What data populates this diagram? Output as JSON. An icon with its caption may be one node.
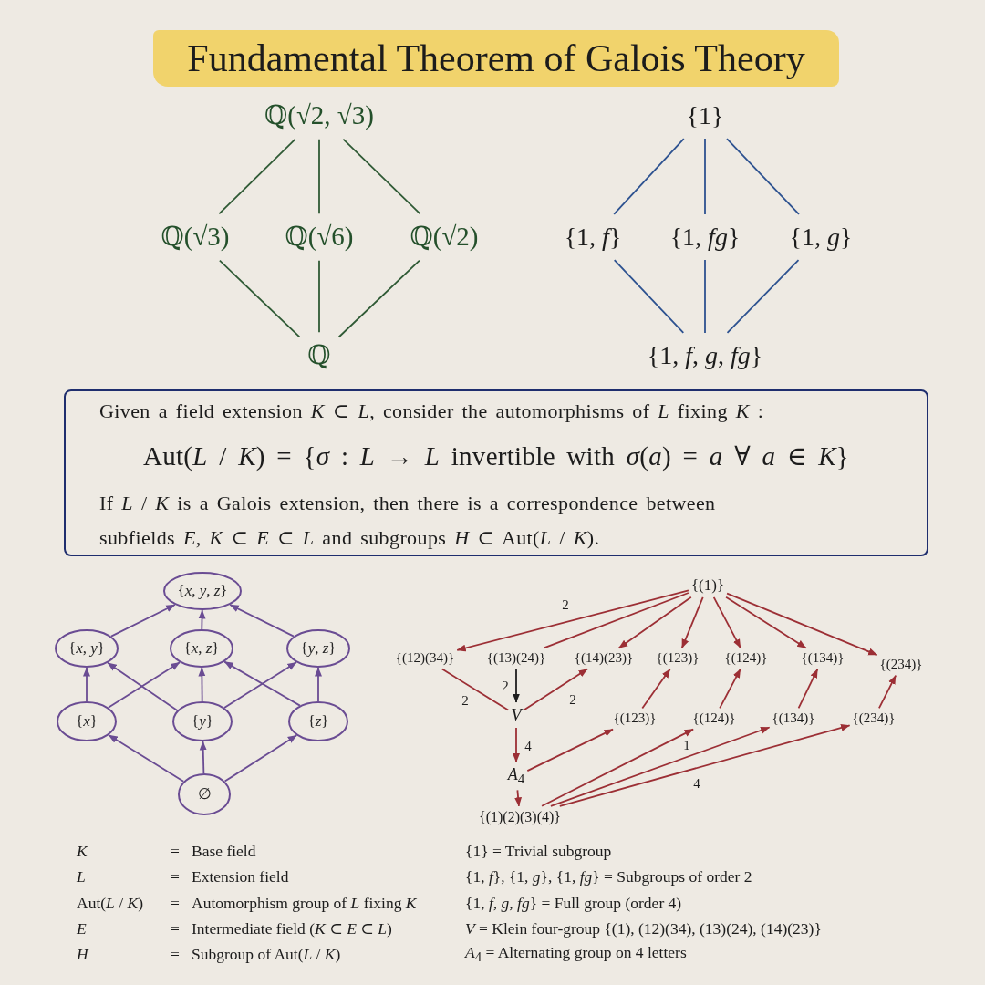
{
  "diagram": {
    "title": "Fundamental Theorem of Galois Theory",
    "nodes": [
      {
        "text": [
          "ℚ(√2, √3)"
        ]
      },
      {
        "text": [
          "ℚ(√3)"
        ]
      },
      {
        "text": [
          "ℚ(√6)"
        ]
      },
      {
        "text": [
          "ℚ(√2)"
        ]
      },
      {
        "text": [
          "ℚ"
        ]
      },
      {
        "text": [
          "{1}"
        ]
      },
      {
        "text": [
          "{1, *f*}"
        ]
      },
      {
        "text": [
          "{1, *fg*}"
        ]
      },
      {
        "text": [
          "{1, *g*}"
        ]
      },
      {
        "text": [
          "{1, *f*, *g*, *fg*}"
        ]
      },
      {
        "text": [
          "Given a field extension *K* ⊂ *L*, consider the automorphisms of *L* fixing *K* :",
          "Aut(*L* / *K*) = {*σ* : *L* → *L* invertible with *σ*(*a*) = *a* ∀ *a* ∈ *K*}",
          "If *L* / *K* is a Galois extension, then there is a correspondence between subfields *E*, *K* ⊂ *E* ⊂ *L* and subgroups *H* ⊂ Aut(*L* / *K*)."
        ]
      },
      {
        "text": [
          "{*x*, *y*, *z*}"
        ]
      },
      {
        "text": [
          "{*x*, *y*}"
        ]
      },
      {
        "text": [
          "{*x*, *z*}"
        ]
      },
      {
        "text": [
          "{*y*, *z*}"
        ]
      },
      {
        "text": [
          "{*x*}"
        ]
      },
      {
        "text": [
          "{*y*}"
        ]
      },
      {
        "text": [
          "{*z*}"
        ]
      },
      {
        "text": [
          "∅"
        ]
      },
      {
        "text": [
          "{(1)}"
        ]
      },
      {
        "text": [
          "{(12)(34)}"
        ]
      },
      {
        "text": [
          "{(13)(24)}"
        ]
      },
      {
        "text": [
          "{(14)(23)}"
        ]
      },
      {
        "text": [
          "{(123)}"
        ]
      },
      {
        "text": [
          "{(124)}"
        ]
      },
      {
        "text": [
          "{(134)}"
        ]
      },
      {
        "text": [
          "{(234)}"
        ]
      },
      {
        "text": [
          "V"
        ]
      },
      {
        "text": [
          "{(123)}"
        ]
      },
      {
        "text": [
          "{(124)}"
        ]
      },
      {
        "text": [
          "{(134)}"
        ]
      },
      {
        "text": [
          "{(234)}"
        ]
      },
      {
        "text": [
          "*A*$_{4}$"
        ]
      },
      {
        "text": [
          "{(1)(2)(3)(4)}"
        ]
      }
    ],
    "edges": [
      {
        "from": 0,
        "to": 1,
        "arrow": "none",
        "color": "#2f5a35"
      },
      {
        "from": 0,
        "to": 2,
        "arrow": "none",
        "color": "#2f5a35"
      },
      {
        "from": 0,
        "to": 3,
        "arrow": "none",
        "color": "#2f5a35"
      },
      {
        "from": 1,
        "to": 4,
        "arrow": "none",
        "color": "#2f5a35"
      },
      {
        "from": 2,
        "to": 4,
        "arrow": "none",
        "color": "#2f5a35"
      },
      {
        "from": 3,
        "to": 4,
        "arrow": "none",
        "color": "#2f5a35"
      },
      {
        "from": 5,
        "to": 6,
        "arrow": "none",
        "color": "#2d5290"
      },
      {
        "from": 5,
        "to": 7,
        "arrow": "none",
        "color": "#2d5290"
      },
      {
        "from": 5,
        "to": 8,
        "arrow": "none",
        "color": "#2d5290"
      },
      {
        "from": 6,
        "to": 9,
        "arrow": "none",
        "color": "#2d5290"
      },
      {
        "from": 7,
        "to": 9,
        "arrow": "none",
        "color": "#2d5290"
      },
      {
        "from": 8,
        "to": 9,
        "arrow": "none",
        "color": "#2d5290"
      },
      {
        "from": 12,
        "to": 11,
        "arrow": "to",
        "color": "#6a4c93"
      },
      {
        "from": 13,
        "to": 11,
        "arrow": "to",
        "color": "#6a4c93"
      },
      {
        "from": 14,
        "to": 11,
        "arrow": "to",
        "color": "#6a4c93"
      },
      {
        "from": 15,
        "to": 12,
        "arrow": "to",
        "color": "#6a4c93"
      },
      {
        "from": 15,
        "to": 13,
        "arrow": "to",
        "color": "#6a4c93"
      },
      {
        "from": 16,
        "to": 12,
        "arrow": "to",
        "color": "#6a4c93"
      },
      {
        "from": 16,
        "to": 13,
        "arrow": "to",
        "color": "#6a4c93"
      },
      {
        "from": 16,
        "to": 14,
        "arrow": "to",
        "color": "#6a4c93"
      },
      {
        "from": 17,
        "to": 13,
        "arrow": "to",
        "color": "#6a4c93"
      },
      {
        "from": 17,
        "to": 14,
        "arrow": "to",
        "color": "#6a4c93"
      },
      {
        "from": 18,
        "to": 15,
        "arrow": "to",
        "color": "#6a4c93"
      },
      {
        "from": 18,
        "to": 16,
        "arrow": "to",
        "color": "#6a4c93"
      },
      {
        "from": 18,
        "to": 17,
        "arrow": "to",
        "color": "#6a4c93"
      },
      {
        "from": 19,
        "to": 20,
        "arrow": "to",
        "label": "2"
      },
      {
        "from": 19,
        "to": 21,
        "arrow": "none"
      },
      {
        "from": 19,
        "to": 22,
        "arrow": "to"
      },
      {
        "from": 19,
        "to": 23,
        "arrow": "to"
      },
      {
        "from": 19,
        "to": 24,
        "arrow": "to"
      },
      {
        "from": 19,
        "to": 25,
        "arrow": "to"
      },
      {
        "from": 19,
        "to": 26,
        "arrow": "to"
      },
      {
        "from": 20,
        "to": 27,
        "arrow": "none",
        "label": "2"
      },
      {
        "from": 21,
        "to": 27,
        "arrow": "to",
        "label": "2",
        "color": "#1e1e1e"
      },
      {
        "from": 27,
        "to": 22,
        "arrow": "to",
        "label": "2"
      },
      {
        "from": 28,
        "to": 23,
        "arrow": "to"
      },
      {
        "from": 29,
        "to": 24,
        "arrow": "to"
      },
      {
        "from": 30,
        "to": 25,
        "arrow": "to"
      },
      {
        "from": 31,
        "to": 26,
        "arrow": "to"
      },
      {
        "from": 27,
        "to": 32,
        "arrow": "to",
        "label": "4"
      },
      {
        "from": 32,
        "to": 33,
        "arrow": "to"
      },
      {
        "from": 32,
        "to": 28,
        "arrow": "to"
      },
      {
        "from": 33,
        "to": 29,
        "arrow": "to"
      },
      {
        "from": 33,
        "to": 30,
        "arrow": "to",
        "label": "1"
      },
      {
        "from": 33,
        "to": 31,
        "arrow": "to",
        "label": "4"
      }
    ],
    "labels": [
      "K",
      "=",
      "Base field",
      "L",
      "=",
      "Extension field",
      "Aut(*L* / *K*)",
      "=",
      "Automorphism group of *L* fixing *K*",
      "E",
      "=",
      "Intermediate field (*K* ⊂ *E* ⊂ *L*)",
      "H",
      "=",
      "Subgroup of Aut(*L* / *K*)",
      "{1} = Trivial subgroup",
      "{1, *f*}, {1, *g*}, {1, *fg*} = Subgroups of order 2",
      "{1, *f*, *g*, *fg*} = Full group (order 4)",
      "*V* = Klein four-group {(1), (12)(34), (13)(24), (14)(23)}",
      "*A*$_{4}$ = Alternating group on 4 letters"
    ]
  }
}
